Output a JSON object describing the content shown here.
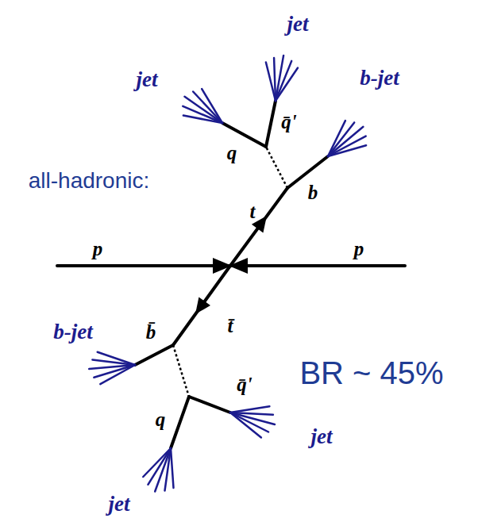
{
  "diagram": {
    "labels": [
      "jet",
      "jet",
      "b-jet",
      "all-hadronic:",
      "q̄'",
      "q",
      "b",
      "t",
      "p",
      "p",
      "b-jet",
      "t̄",
      "b̄",
      "q̄'",
      "BR ~ 45%",
      "q",
      "jet",
      "jet"
    ]
  }
}
